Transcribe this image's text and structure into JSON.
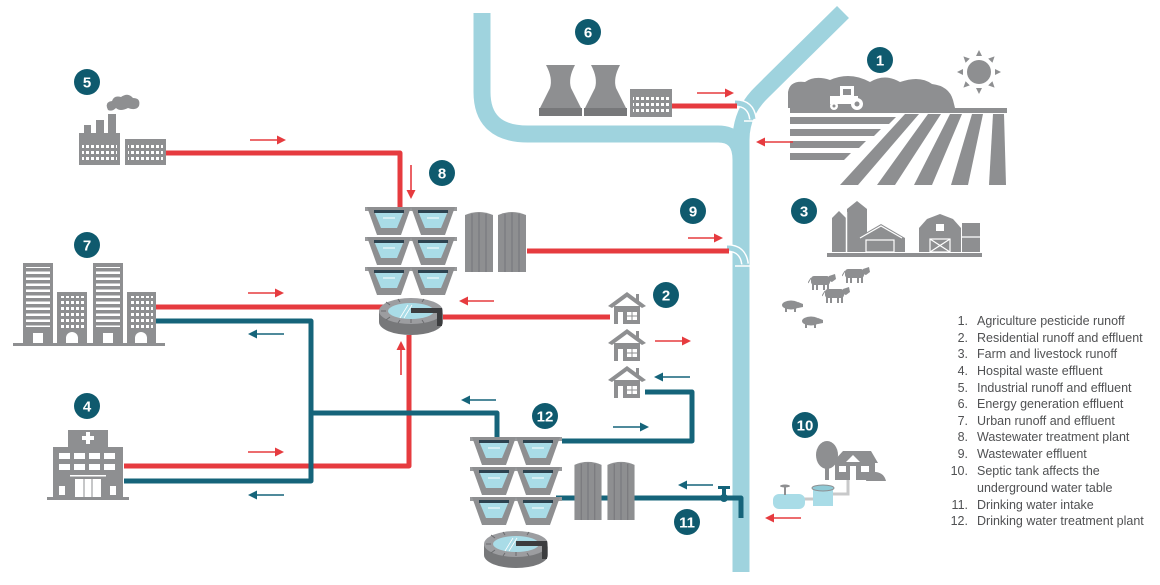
{
  "diagram": {
    "subject": "Sources of water contamination and water treatment flow",
    "markers": [
      {
        "key": "agriculture",
        "label": "1"
      },
      {
        "key": "residential",
        "label": "2"
      },
      {
        "key": "farm-livestock",
        "label": "3"
      },
      {
        "key": "hospital",
        "label": "4"
      },
      {
        "key": "industrial",
        "label": "5"
      },
      {
        "key": "energy-generation",
        "label": "6"
      },
      {
        "key": "urban",
        "label": "7"
      },
      {
        "key": "wastewater-treatment-plant",
        "label": "8"
      },
      {
        "key": "wastewater-effluent",
        "label": "9"
      },
      {
        "key": "septic-tank",
        "label": "10"
      },
      {
        "key": "drinking-water-intake",
        "label": "11"
      },
      {
        "key": "drinking-water-treatment-plant",
        "label": "12"
      }
    ]
  },
  "legend": [
    {
      "num": "1.",
      "lines": [
        "Agriculture pesticide runoff"
      ]
    },
    {
      "num": "2.",
      "lines": [
        "Residential runoff and effluent"
      ]
    },
    {
      "num": "3.",
      "lines": [
        "Farm and livestock runoff"
      ]
    },
    {
      "num": "4.",
      "lines": [
        "Hospital waste effluent"
      ]
    },
    {
      "num": "5.",
      "lines": [
        "Industrial runoff and effluent"
      ]
    },
    {
      "num": "6.",
      "lines": [
        "Energy generation effluent"
      ]
    },
    {
      "num": "7.",
      "lines": [
        "Urban runoff and effluent"
      ]
    },
    {
      "num": "8.",
      "lines": [
        "Wastewater treatment plant"
      ]
    },
    {
      "num": "9.",
      "lines": [
        "Wastewater effluent"
      ]
    },
    {
      "num": "10.",
      "lines": [
        "Septic tank affects the",
        "underground water table"
      ]
    },
    {
      "num": "11.",
      "lines": [
        "Drinking water intake"
      ]
    },
    {
      "num": "12.",
      "lines": [
        "Drinking water treatment plant"
      ]
    }
  ],
  "colors": {
    "contaminated_flow": "#e63b3f",
    "clean_flow": "#15647a",
    "river": "#9fd3de",
    "marker": "#0f5a6e",
    "icon_gray": "#8e8f91"
  }
}
